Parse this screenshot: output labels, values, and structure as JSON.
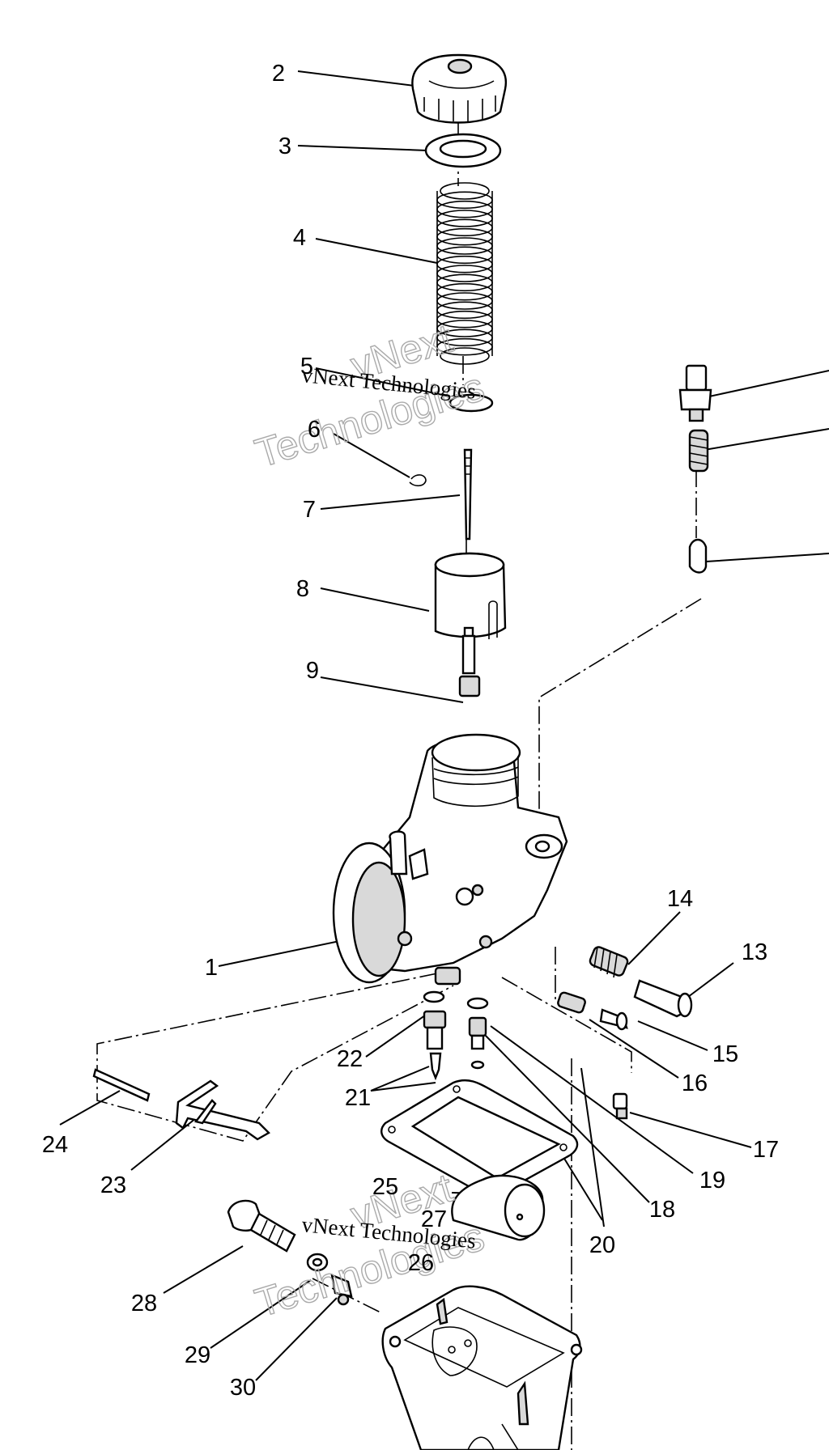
{
  "diagram": {
    "callouts": [
      "2",
      "3",
      "4",
      "5",
      "6",
      "7",
      "8",
      "9",
      "1",
      "14",
      "13",
      "15",
      "16",
      "17",
      "22",
      "21",
      "24",
      "23",
      "19",
      "18",
      "20",
      "25",
      "27",
      "26",
      "28",
      "29",
      "30"
    ],
    "watermark": {
      "line": "vNext Technologies",
      "outline_top": "vNext",
      "outline_bottom": "Technologies"
    }
  }
}
